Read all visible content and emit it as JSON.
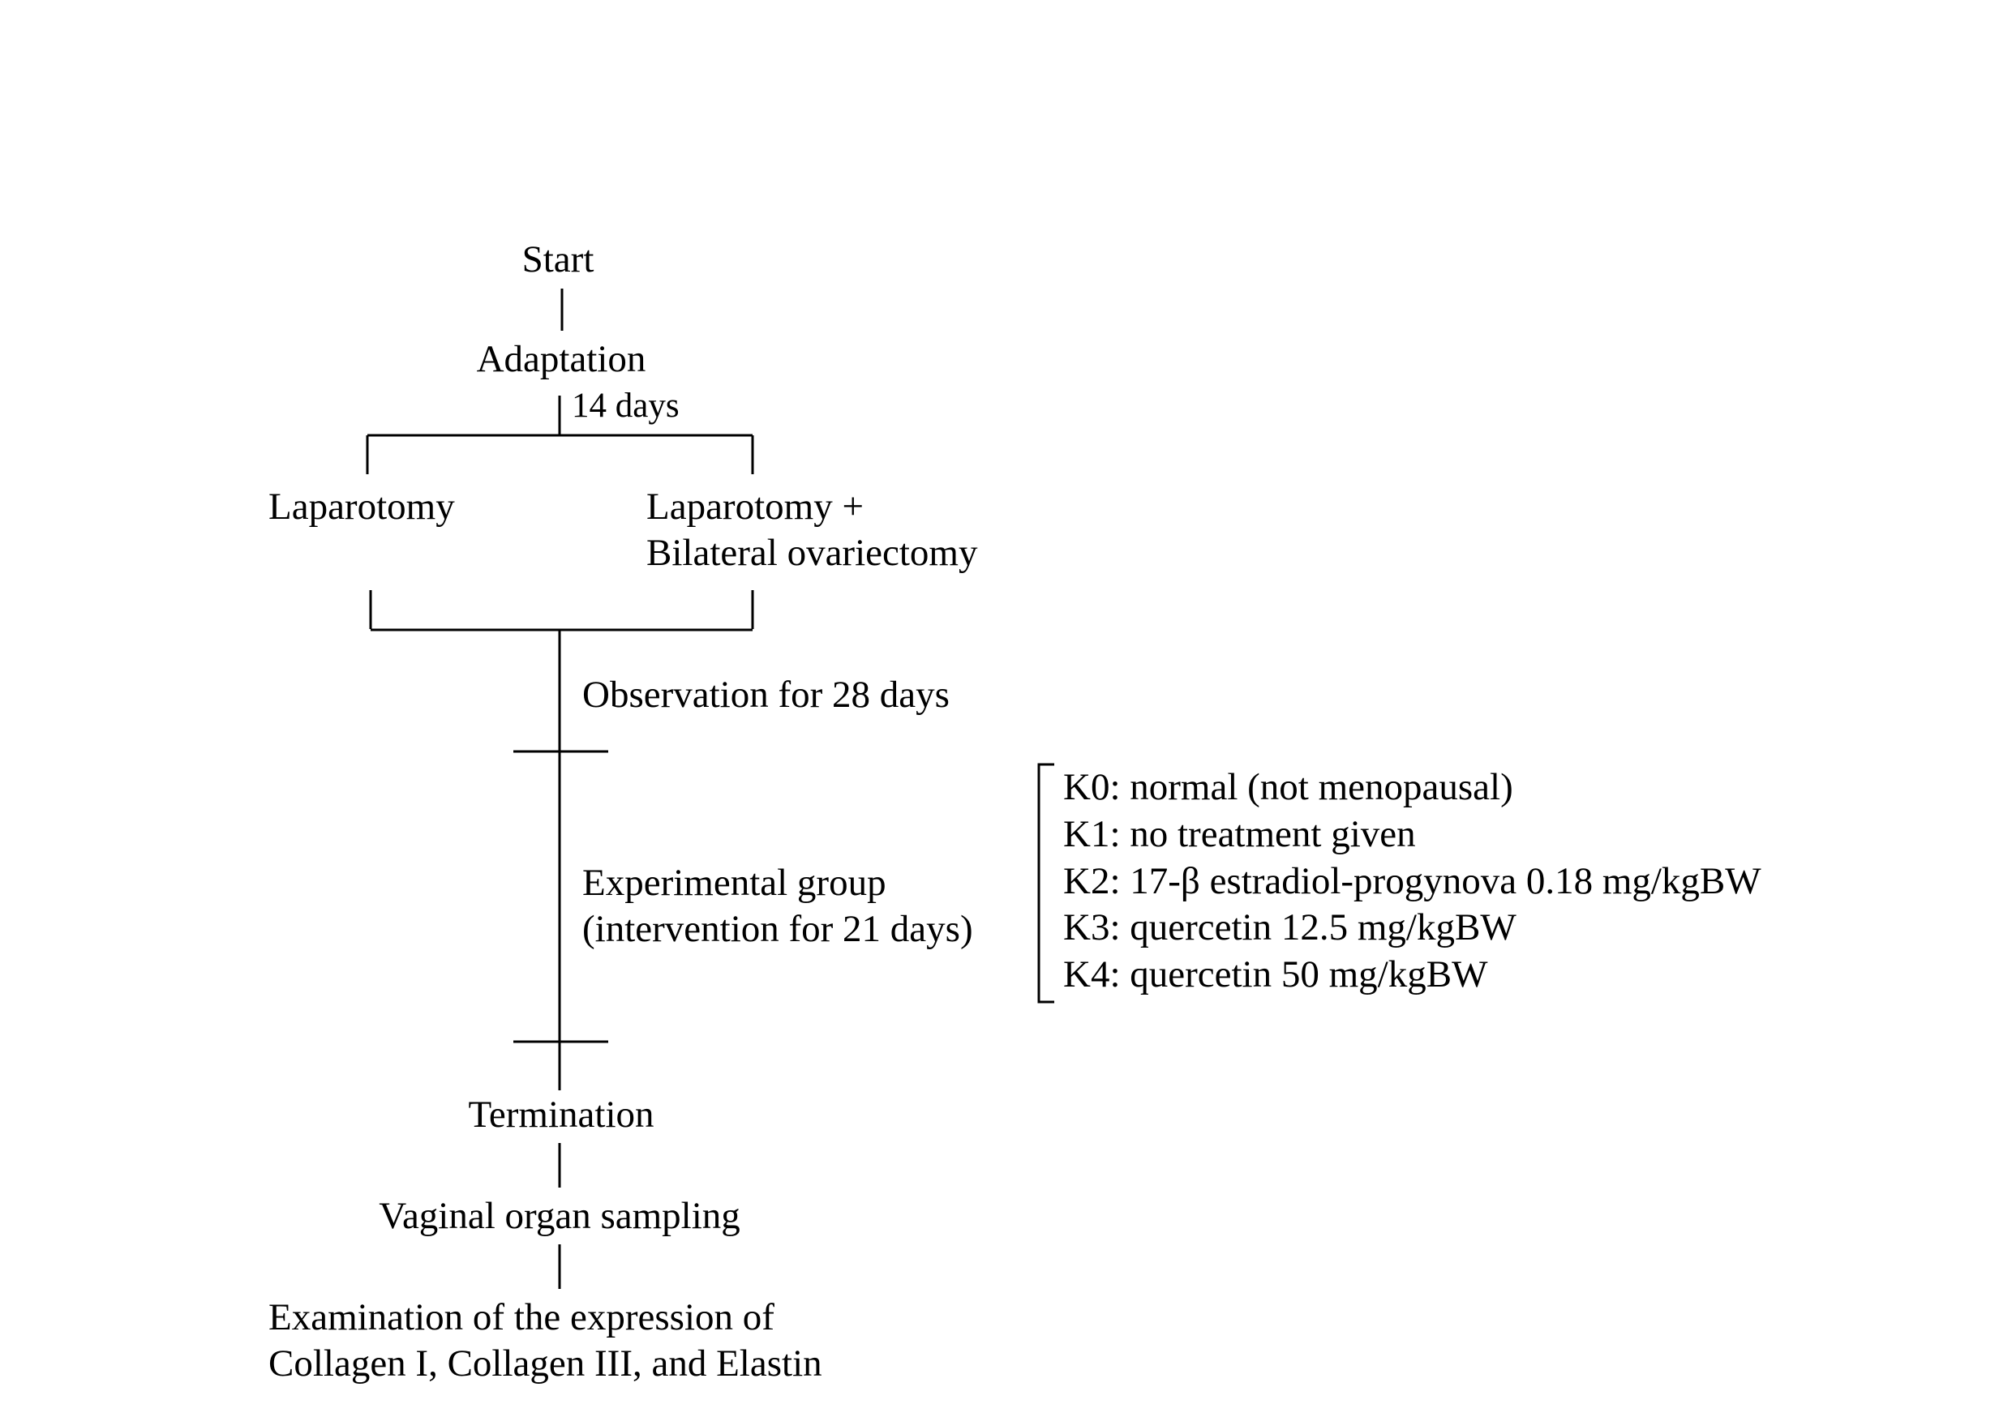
{
  "flow": {
    "start": "Start",
    "adaptation": "Adaptation",
    "adaptation_duration": "14 days",
    "branch_left": "Laparotomy",
    "branch_right_line1": "Laparotomy +",
    "branch_right_line2": "Bilateral ovariectomy",
    "observation": "Observation for 28 days",
    "experimental_line1": "Experimental group",
    "experimental_line2": "(intervention for 21 days)",
    "termination": "Termination",
    "sampling": "Vaginal organ sampling",
    "examination_line1": "Examination of the expression of",
    "examination_line2": "Collagen I, Collagen III, and Elastin"
  },
  "groups": [
    "K0: normal (not menopausal)",
    "K1: no treatment given",
    "K2: 17-β estradiol-progynova 0.18 mg/kgBW",
    "K3: quercetin 12.5 mg/kgBW",
    "K4: quercetin 50 mg/kgBW"
  ]
}
